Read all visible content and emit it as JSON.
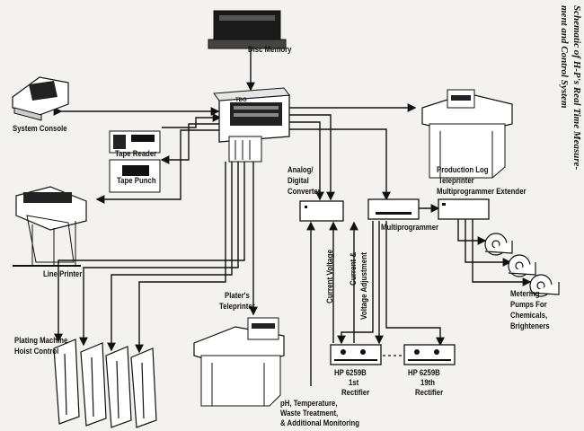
{
  "title": {
    "line1": "Schematic of H-P's Real Time Measure-",
    "line2": "ment and Control System"
  },
  "labels": {
    "disc_memory": "Disc Memory",
    "system_console": "System Console",
    "tape_reader": "Tape Reader",
    "tape_punch": "Tape Punch",
    "line_printer": "Line Printer",
    "adc_1": "Analog/",
    "adc_2": "Digital",
    "adc_3": "Converter",
    "production_log_1": "Production Log",
    "production_log_2": "Teleprinter",
    "multiprogrammer_extender": "Multiprogrammer Extender",
    "multiprogrammer": "Multiprogrammer",
    "platers_1": "Plater's",
    "platers_2": "Teleprinter",
    "hoist_1": "Plating Machine",
    "hoist_2": "Hoist Control",
    "current_voltage": "Current Voltage",
    "cv_adjust_1": "Current &",
    "cv_adjust_2": "Voltage Adjustment",
    "metering_1": "Metering",
    "metering_2": "Pumps For",
    "metering_3": "Chemicals,",
    "metering_4": "Brighteners",
    "rect1_1": "HP 6259B",
    "rect1_2": "1st",
    "rect1_3": "Rectifier",
    "rect19_1": "HP 6259B",
    "rect19_2": "19th",
    "rect19_3": "Rectifier",
    "monitor_1": "pH, Temperature,",
    "monitor_2": "Waste Treatment,",
    "monitor_3": "& Additional Monitoring"
  },
  "cpu_badge": "TDG"
}
